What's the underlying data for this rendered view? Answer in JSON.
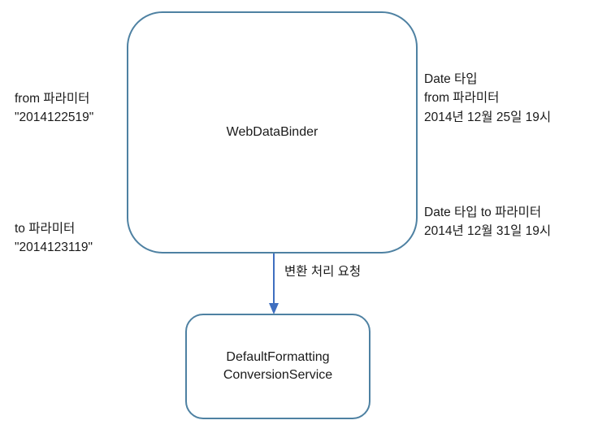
{
  "diagram": {
    "main_box": {
      "label": "WebDataBinder"
    },
    "left_top_label": {
      "line1": "from 파라미터",
      "line2": "\"2014122519\""
    },
    "left_bottom_label": {
      "line1": "to 파라미터",
      "line2": "\"2014123119\""
    },
    "right_top_label": {
      "line1": "Date 타입",
      "line2": "from 파라미터",
      "line3": "2014년 12월 25일 19시"
    },
    "right_bottom_label": {
      "line1": "Date 타입 to 파라미터",
      "line2": "2014년 12월 31일 19시"
    },
    "arrow_label": "변환 처리 요청",
    "bottom_box": {
      "line1": "DefaultFormatting",
      "line2": "ConversionService"
    },
    "colors": {
      "box_border": "#4e81a2",
      "arrow": "#3f6fc0",
      "text": "#1a1a1a",
      "background": "#ffffff"
    }
  }
}
